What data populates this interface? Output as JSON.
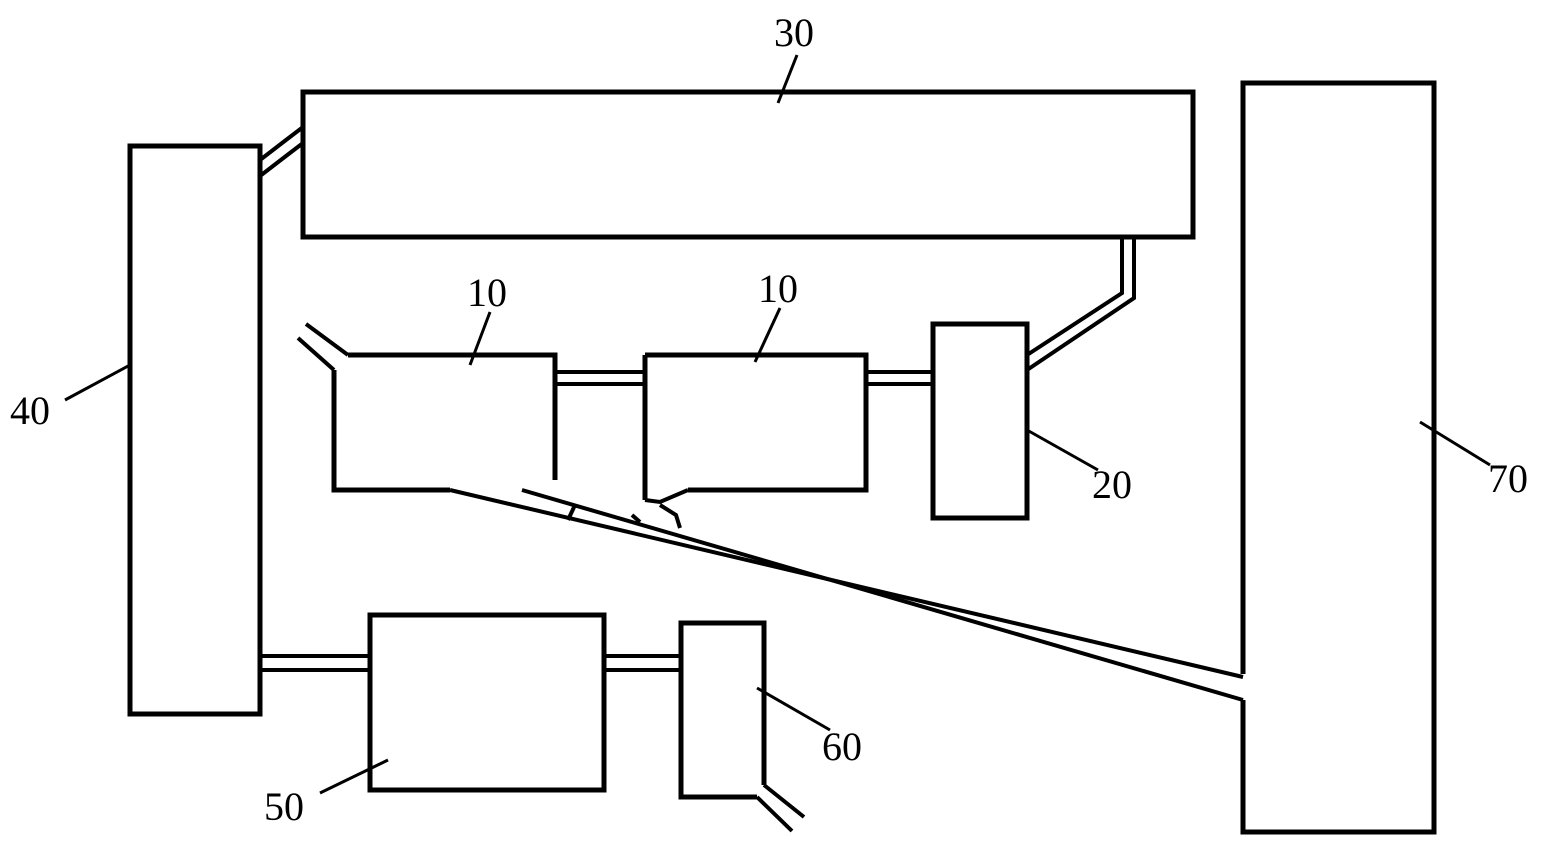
{
  "diagram": {
    "labels": {
      "box_30": "30",
      "box_40": "40",
      "box_10_left": "10",
      "box_10_right": "10",
      "box_20": "20",
      "box_50": "50",
      "box_60": "60",
      "box_70": "70"
    },
    "colors": {
      "stroke": "#000000",
      "background": "#ffffff"
    }
  }
}
